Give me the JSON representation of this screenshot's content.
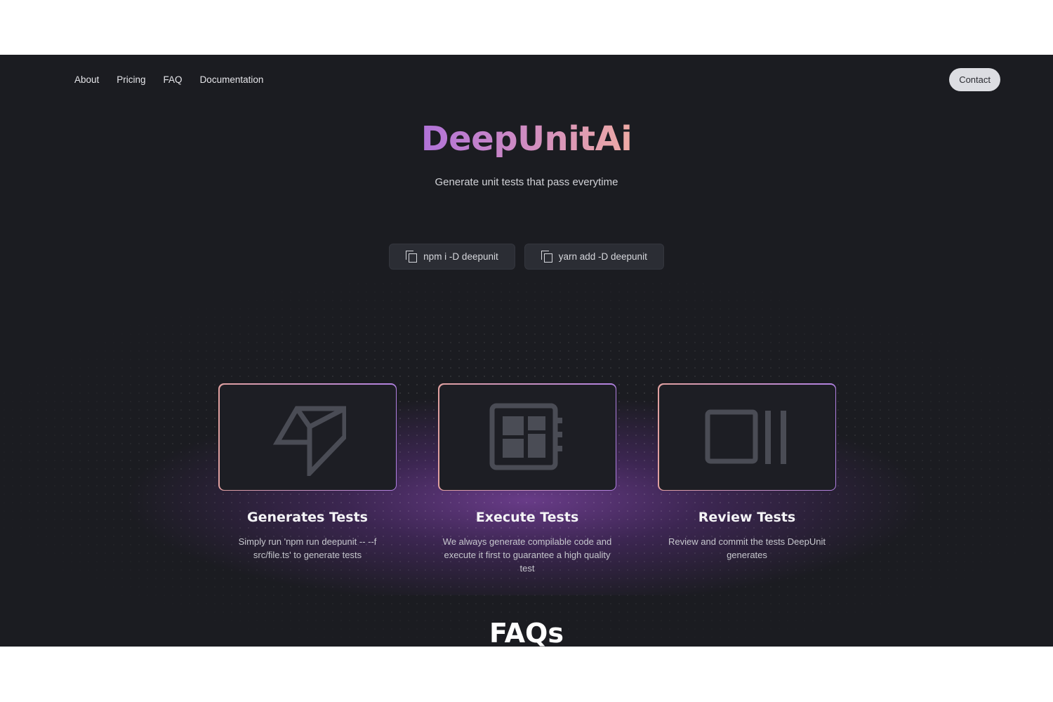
{
  "nav": {
    "links": [
      "About",
      "Pricing",
      "FAQ",
      "Documentation"
    ],
    "contact_label": "Contact"
  },
  "hero": {
    "title": "DeepUnitAi",
    "subtitle": "Generate unit tests that pass everytime"
  },
  "install": [
    {
      "command": "npm i -D deepunit",
      "icon": "copy-icon"
    },
    {
      "command": "yarn add -D deepunit",
      "icon": "copy-icon"
    }
  ],
  "features": [
    {
      "title": "Generates Tests",
      "description": "Simply run 'npm run deepunit -- --f src/file.ts' to generate tests",
      "icon": "arrow-icon"
    },
    {
      "title": "Execute Tests",
      "description": "We always generate compilable code and execute it first to guarantee a high quality test",
      "icon": "chip-icon"
    },
    {
      "title": "Review Tests",
      "description": "Review and commit the tests DeepUnit generates",
      "icon": "review-icon"
    }
  ],
  "faq": {
    "title": "FAQs"
  },
  "colors": {
    "background": "#1b1c21",
    "accent_start": "#b072d8",
    "accent_end": "#eeaaa4",
    "glow": "#8246aa"
  }
}
